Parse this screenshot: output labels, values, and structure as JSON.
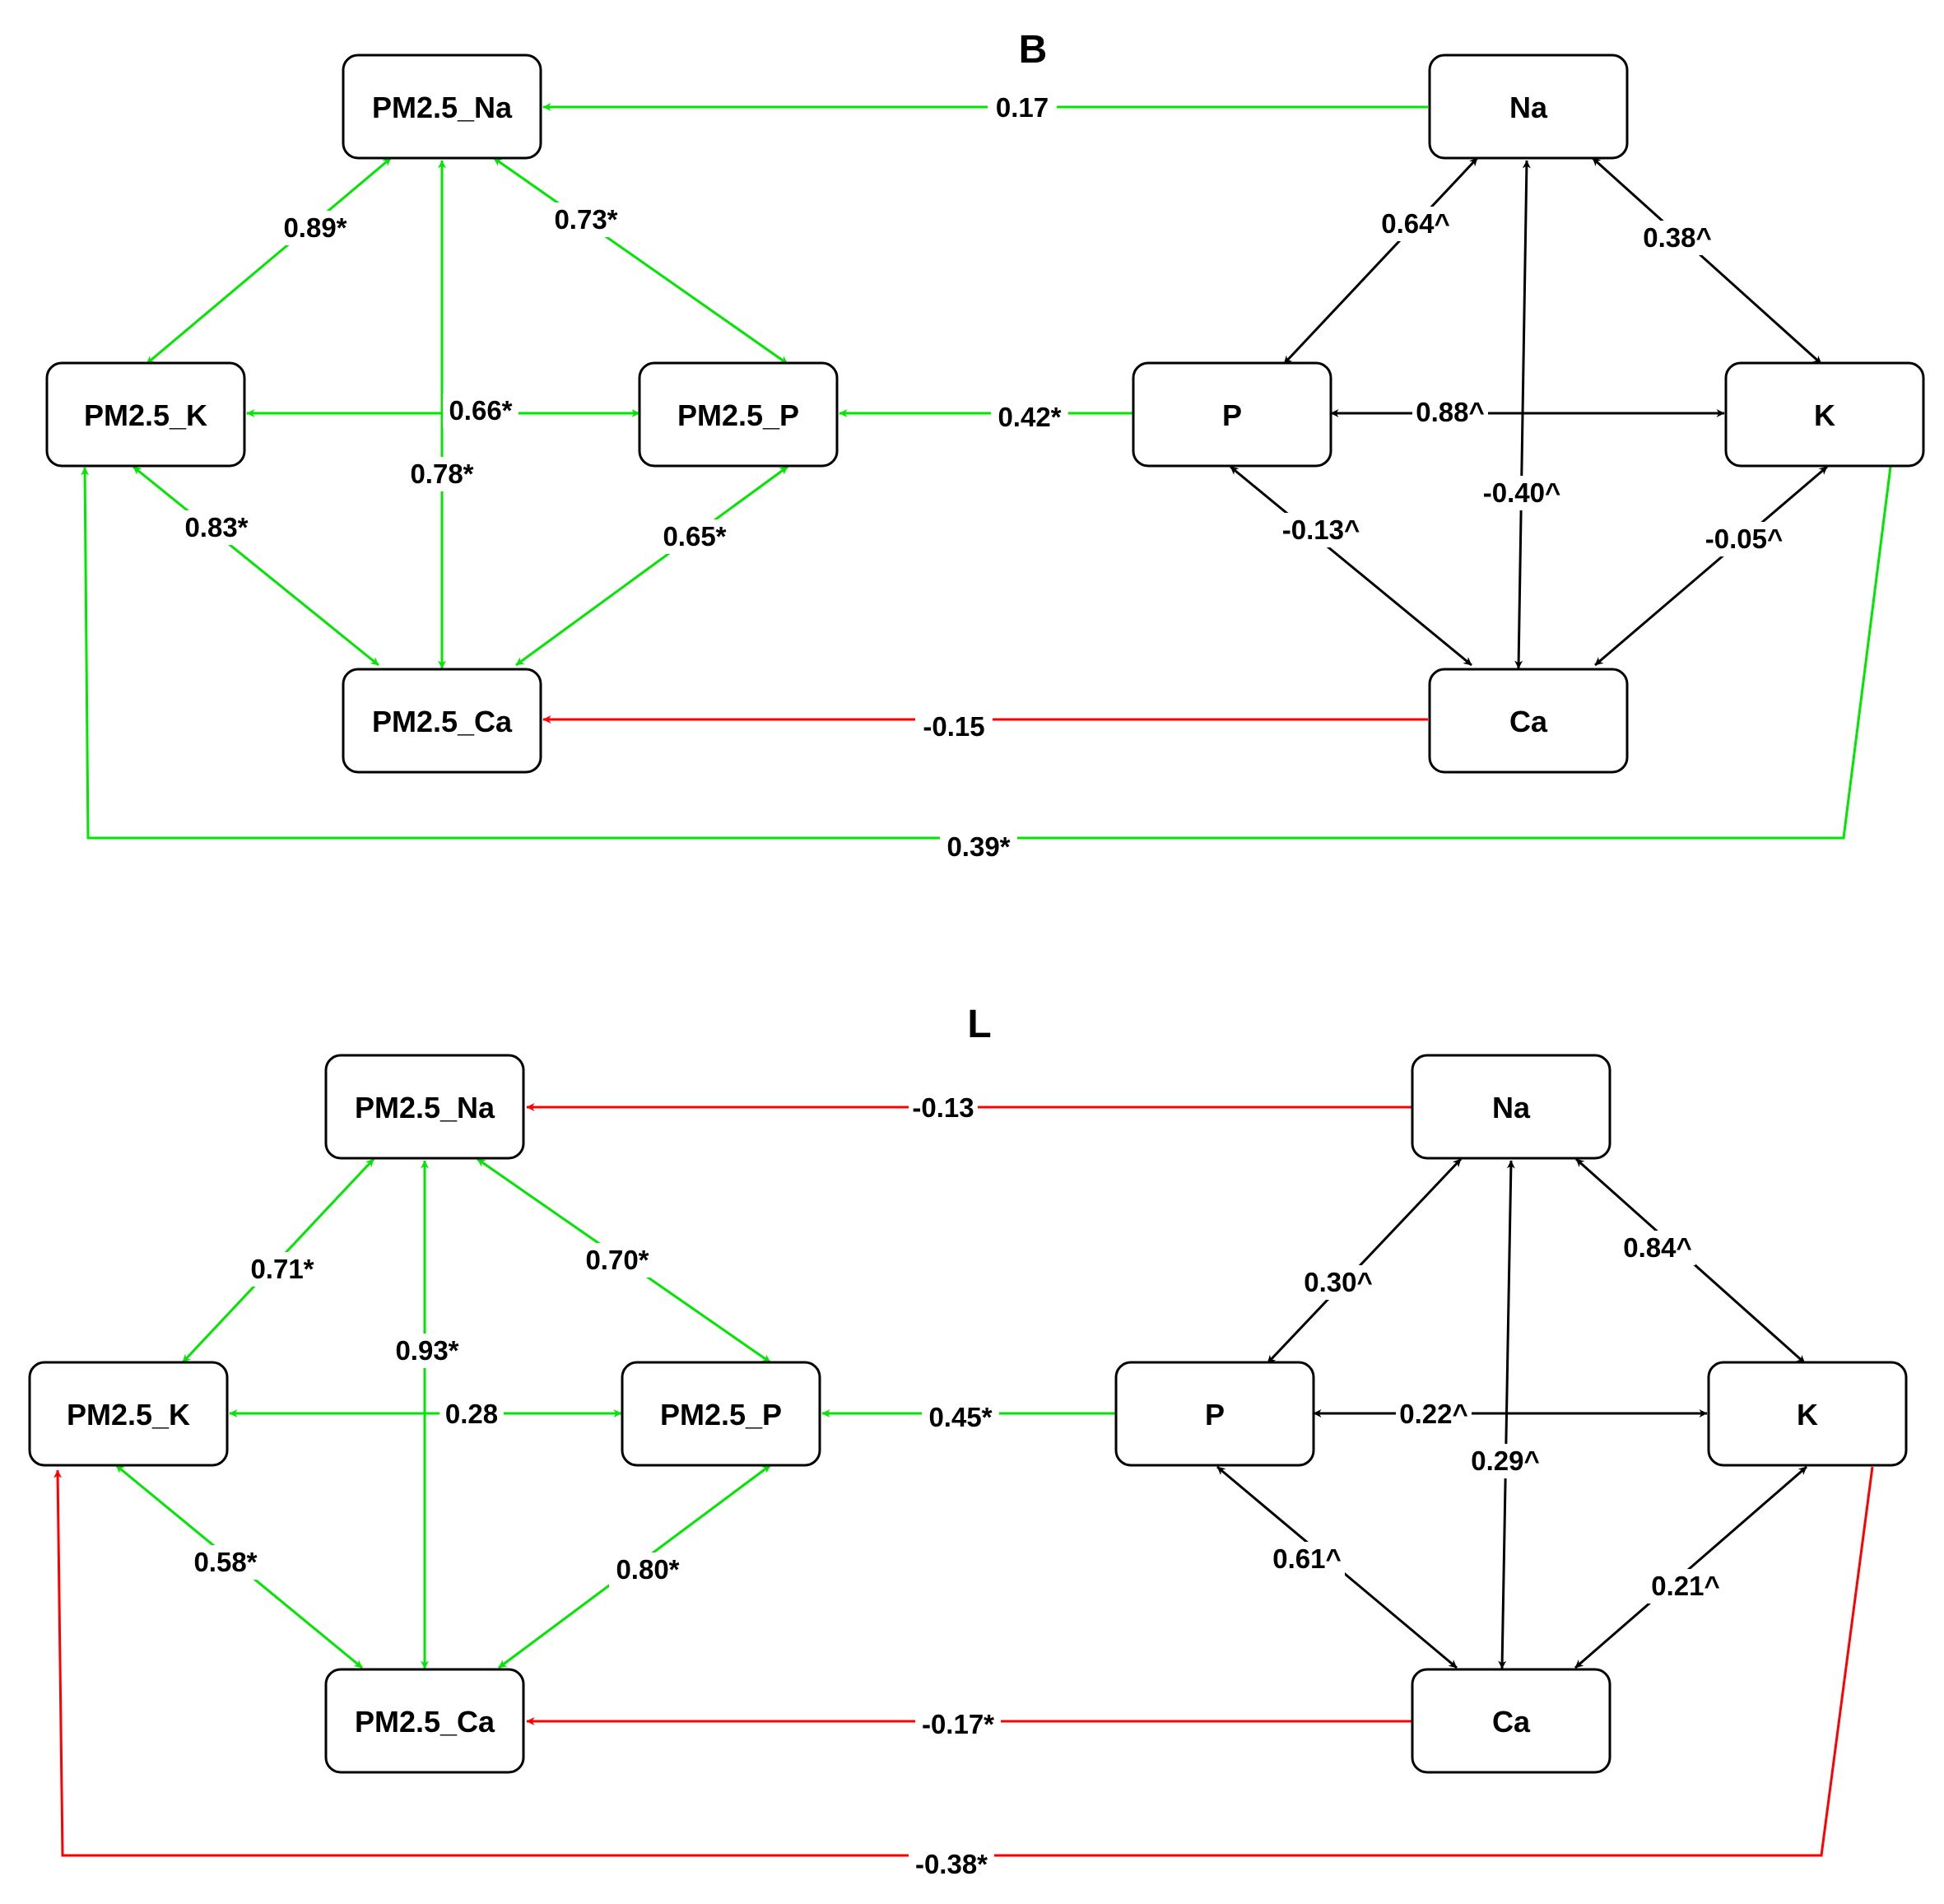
{
  "colors": {
    "positive": "#00e600",
    "negative": "#ff0000",
    "internal": "#000000"
  },
  "panels": [
    {
      "title": "B",
      "nodes": {
        "pm_na": "PM2.5_Na",
        "pm_k": "PM2.5_K",
        "pm_p": "PM2.5_P",
        "pm_ca": "PM2.5_Ca",
        "na": "Na",
        "p": "P",
        "k": "K",
        "ca": "Ca"
      },
      "edges": {
        "pmna_pmk": "0.89*",
        "pmna_pmp": "0.73*",
        "pmk_pmp": "0.66*",
        "pmna_pmca": "0.78*",
        "pmk_pmca": "0.83*",
        "pmp_pmca": "0.65*",
        "na_pmna": "0.17",
        "p_pmp": "0.42*",
        "ca_pmca": "-0.15",
        "k_pmk": "0.39*",
        "na_p": "0.64^",
        "na_k": "0.38^",
        "p_k": "0.88^",
        "na_ca": "-0.40^",
        "p_ca": "-0.13^",
        "k_ca": "-0.05^"
      }
    },
    {
      "title": "L",
      "nodes": {
        "pm_na": "PM2.5_Na",
        "pm_k": "PM2.5_K",
        "pm_p": "PM2.5_P",
        "pm_ca": "PM2.5_Ca",
        "na": "Na",
        "p": "P",
        "k": "K",
        "ca": "Ca"
      },
      "edges": {
        "pmna_pmk": "0.71*",
        "pmna_pmp": "0.70*",
        "pmk_pmp": "0.28",
        "pmna_pmca": "0.93*",
        "pmk_pmca": "0.58*",
        "pmp_pmca": "0.80*",
        "na_pmna": "-0.13",
        "p_pmp": "0.45*",
        "ca_pmca": "-0.17*",
        "k_pmk": "-0.38*",
        "na_p": "0.30^",
        "na_k": "0.84^",
        "p_k": "0.22^",
        "na_ca": "0.29^",
        "p_ca": "0.61^",
        "k_ca": "0.21^"
      }
    }
  ]
}
